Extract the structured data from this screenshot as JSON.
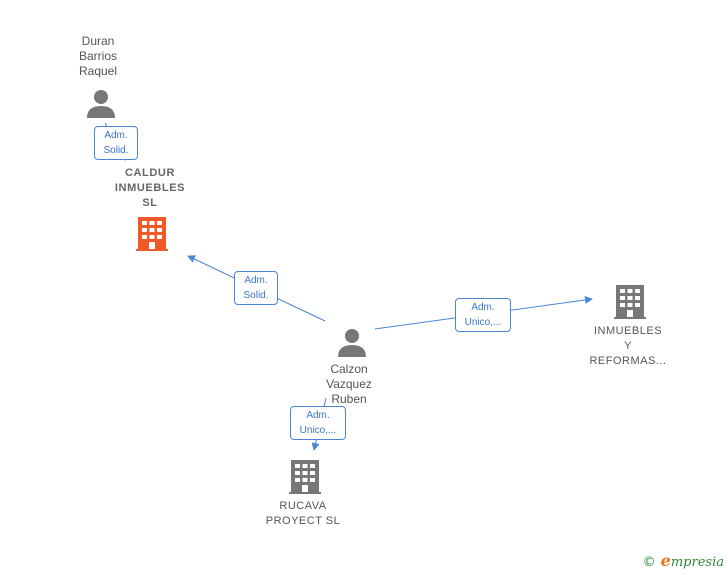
{
  "nodes": {
    "duran": {
      "label": "Duran\nBarrios\nRaquel"
    },
    "caldur": {
      "label": "CALDUR\nINMUEBLES\nSL"
    },
    "calzon": {
      "label": "Calzon\nVazquez\nRuben"
    },
    "inmuebles": {
      "label": "INMUEBLES\nY\nREFORMAS..."
    },
    "rucava": {
      "label": "RUCAVA\nPROYECT  SL"
    }
  },
  "edges": {
    "duran_caldur": "Adm.\nSolid.",
    "calzon_caldur": "Adm.\nSolid.",
    "calzon_inmuebles": "Adm.\nUnico,...",
    "calzon_rucava": "Adm.\nUnico,..."
  },
  "colors": {
    "focus_building": "#f05a28",
    "building": "#777777",
    "person": "#777777",
    "edge": "#4a86d8"
  },
  "brand": {
    "copyright": "©",
    "name_initial": "e",
    "name_rest": "mpresia"
  }
}
